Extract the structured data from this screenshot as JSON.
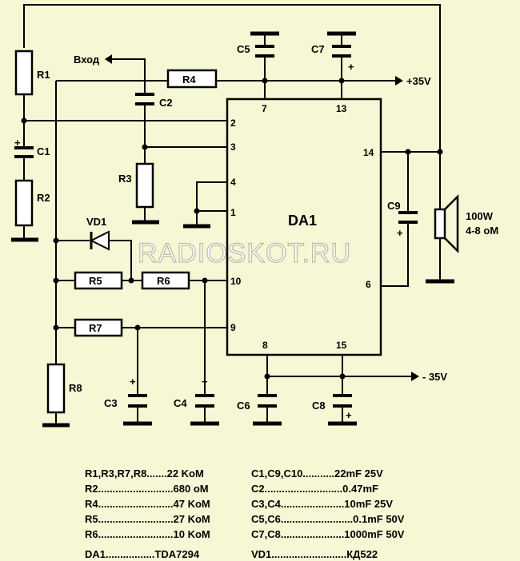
{
  "components": {
    "r1": "R1",
    "r2": "R2",
    "r3": "R3",
    "r4": "R4",
    "r5": "R5",
    "r6": "R6",
    "r7": "R7",
    "r8": "R8",
    "c1": "C1",
    "c2": "C2",
    "c3": "C3",
    "c4": "C4",
    "c5": "C5",
    "c6": "C6",
    "c7": "C7",
    "c8": "C8",
    "c9": "C9",
    "vd1": "VD1",
    "ic": "DA1"
  },
  "pins": {
    "p1": "1",
    "p2": "2",
    "p3": "3",
    "p4": "4",
    "p6": "6",
    "p7": "7",
    "p8": "8",
    "p9": "9",
    "p10": "10",
    "p13": "13",
    "p14": "14",
    "p15": "15"
  },
  "labels": {
    "input": "Вход",
    "vpos": "+35V",
    "vneg": "- 35V",
    "speaker_power": "100W",
    "speaker_impedance": "4-8 оМ",
    "plus": "+"
  },
  "watermark": "RADIOSKOT.RU",
  "bom": {
    "left": [
      "R1,R3,R7,R8.......22 KoM",
      "R2..........................680 oM",
      "R4..........................47 KoM",
      "R5..........................27 KoM",
      "R6..........................10 KoM",
      "DA1.................TDA7294"
    ],
    "right": [
      "C1,C9,C10...........22mF 25V",
      "C2...........................0.47mF",
      "C3,C4......................10mF 25V",
      "C5,C6.........................0.1mF 50V",
      "C7,C8......................1000mF 50V",
      "VD1..........................КД522"
    ]
  }
}
